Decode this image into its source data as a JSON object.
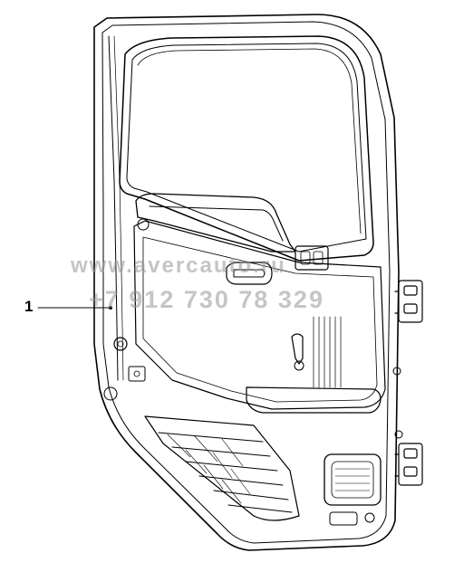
{
  "callouts": [
    {
      "label": "1"
    }
  ],
  "watermark": {
    "line1": "www.avercauto.ru",
    "line2": "+7 912 730 78 329"
  }
}
